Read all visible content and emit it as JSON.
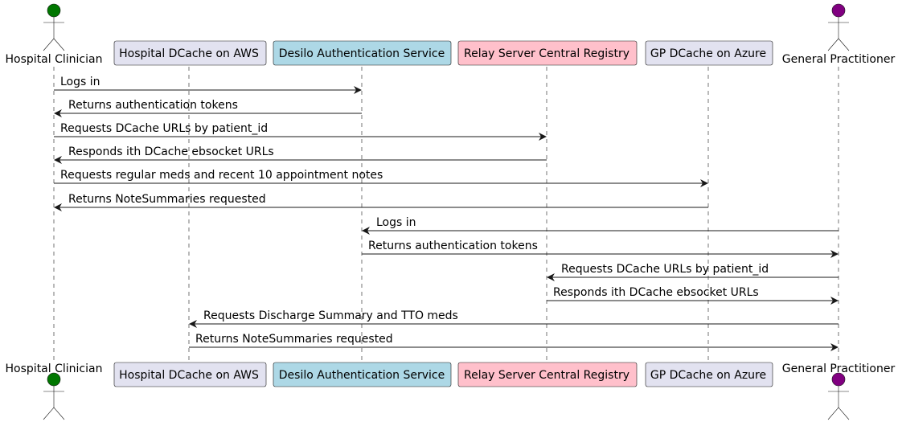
{
  "participants": [
    {
      "id": "hc",
      "label": "Hospital Clinician",
      "kind": "actor",
      "color": "#007700"
    },
    {
      "id": "aws",
      "label": "Hospital DCache on AWS",
      "kind": "box",
      "color": "#E2E2F0"
    },
    {
      "id": "auth",
      "label": "Desilo Authentication Service",
      "kind": "box",
      "color": "#ADD8E6"
    },
    {
      "id": "relay",
      "label": "Relay Server Central Registry",
      "kind": "box",
      "color": "#FFC0CB"
    },
    {
      "id": "azure",
      "label": "GP DCache on Azure",
      "kind": "box",
      "color": "#E2E2F0"
    },
    {
      "id": "gp",
      "label": "General Practitioner",
      "kind": "actor",
      "color": "#800080"
    }
  ],
  "messages": [
    {
      "from": "hc",
      "to": "auth",
      "text": "Logs in"
    },
    {
      "from": "auth",
      "to": "hc",
      "text": "Returns authentication tokens"
    },
    {
      "from": "hc",
      "to": "relay",
      "text": "Requests DCache URLs by patient_id"
    },
    {
      "from": "relay",
      "to": "hc",
      "text": "Responds ith DCache ebsocket URLs"
    },
    {
      "from": "hc",
      "to": "azure",
      "text": "Requests regular meds and recent 10 appointment notes"
    },
    {
      "from": "azure",
      "to": "hc",
      "text": "Returns NoteSummaries requested"
    },
    {
      "from": "gp",
      "to": "auth",
      "text": "Logs in"
    },
    {
      "from": "auth",
      "to": "gp",
      "text": "Returns authentication tokens"
    },
    {
      "from": "gp",
      "to": "relay",
      "text": "Requests DCache URLs by patient_id"
    },
    {
      "from": "relay",
      "to": "gp",
      "text": "Responds ith DCache ebsocket URLs"
    },
    {
      "from": "gp",
      "to": "aws",
      "text": "Requests Discharge Summary and TTO meds"
    },
    {
      "from": "aws",
      "to": "gp",
      "text": "Returns NoteSummaries requested"
    }
  ]
}
